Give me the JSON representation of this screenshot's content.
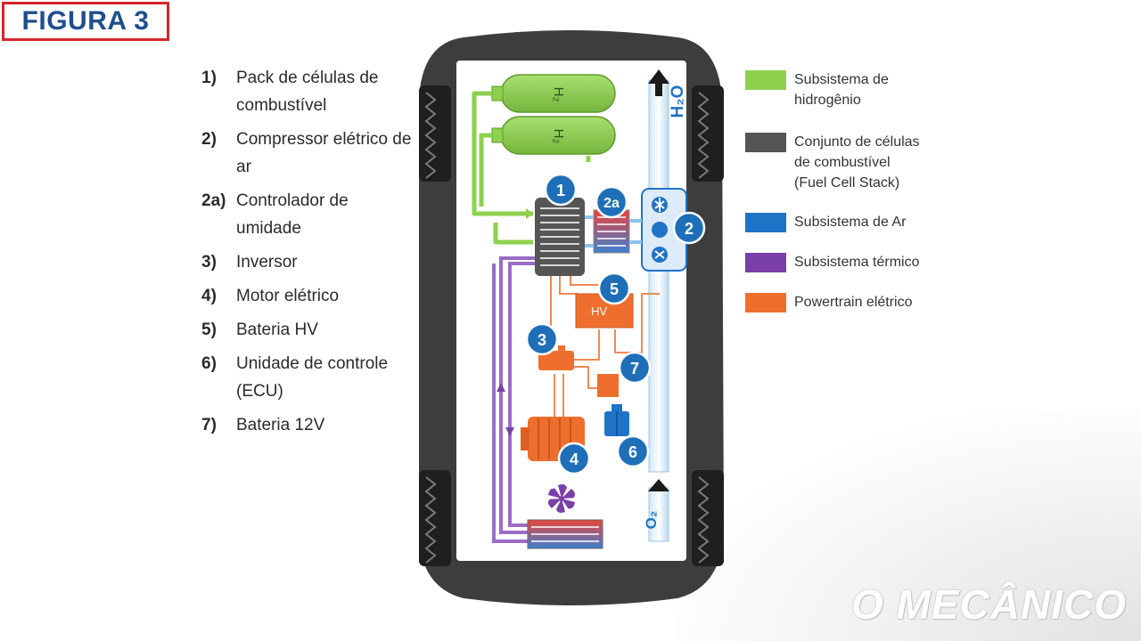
{
  "figure_label": "FIGURA 3",
  "components": [
    {
      "num": "1)",
      "text": "Pack de células de combustível"
    },
    {
      "num": "2)",
      "text": "Compressor elétrico de ar"
    },
    {
      "num": "2a)",
      "text": "Controlador de umidade"
    },
    {
      "num": "3)",
      "text": "Inversor"
    },
    {
      "num": "4)",
      "text": "Motor elétrico"
    },
    {
      "num": "5)",
      "text": "Bateria HV"
    },
    {
      "num": "6)",
      "text": "Unidade de controle (ECU)"
    },
    {
      "num": "7)",
      "text": "Bateria 12V"
    }
  ],
  "subsystems": [
    {
      "label": "Subsistema de\nhidrogênio",
      "color": "#8dd14f"
    },
    {
      "label": "Conjunto de células\nde combustível\n(Fuel Cell Stack)",
      "color": "#555555"
    },
    {
      "label": "Subsistema de Ar",
      "color": "#1f73c6"
    },
    {
      "label": "Subsistema térmico",
      "color": "#7b3fa8"
    },
    {
      "label": "Powertrain elétrico",
      "color": "#ee6f2d"
    }
  ],
  "diagram": {
    "badges": [
      "1",
      "2a",
      "2",
      "5",
      "3",
      "7",
      "4",
      "6"
    ],
    "tank_label": "H₂",
    "battery_label": "HV",
    "exhaust_label": "H₂O",
    "intake_label": "O₂"
  },
  "watermark": "O MECÂNICO"
}
